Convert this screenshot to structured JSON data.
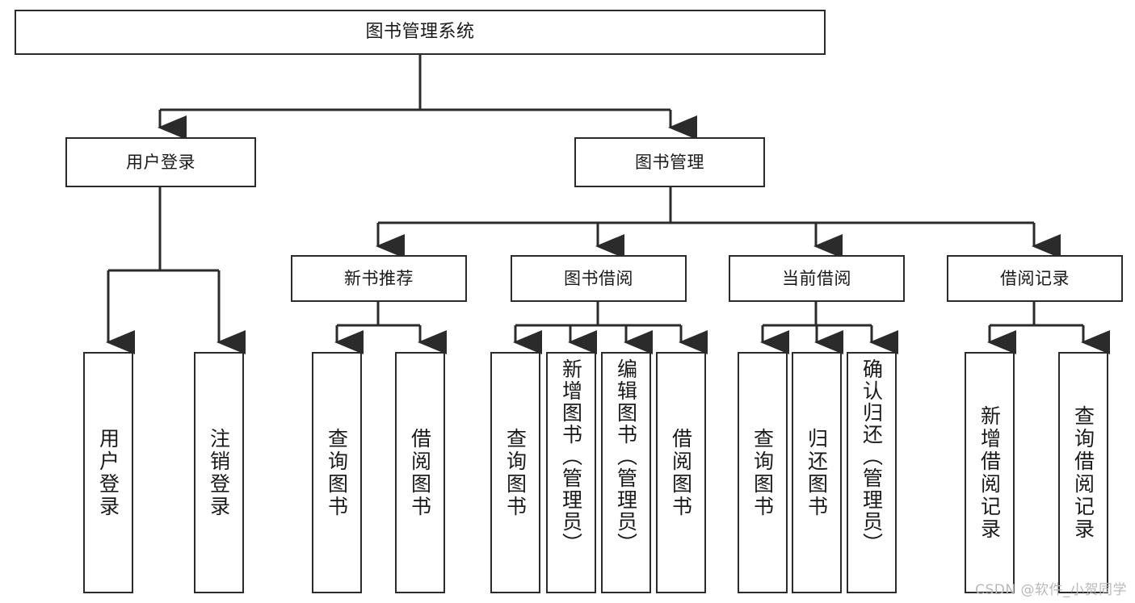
{
  "diagram": {
    "title": "图书管理系统",
    "type": "tree-hierarchy",
    "watermark": "CSDN @软件_小贺同学",
    "colors": {
      "background": "#ffffff",
      "box_border": "#2b2b2b",
      "connector": "#2b2b2b",
      "text": "#1a1a1a",
      "watermark": "#b9b9b9"
    },
    "levels": {
      "root": {
        "label": "图书管理系统"
      },
      "level2": [
        {
          "label": "用户登录"
        },
        {
          "label": "图书管理"
        }
      ],
      "level3": [
        {
          "label": "新书推荐"
        },
        {
          "label": "图书借阅"
        },
        {
          "label": "当前借阅"
        },
        {
          "label": "借阅记录"
        }
      ]
    },
    "leaves": {
      "user_login": [
        {
          "label": "用户登录"
        },
        {
          "label": "注销登录"
        }
      ],
      "new_book_recommend": [
        {
          "label": "查询图书"
        },
        {
          "label": "借阅图书"
        }
      ],
      "book_borrow": [
        {
          "label": "查询图书"
        },
        {
          "label": "新增图书（管理员）"
        },
        {
          "label": "编辑图书（管理员）"
        },
        {
          "label": "借阅图书"
        }
      ],
      "current_borrow": [
        {
          "label": "查询图书"
        },
        {
          "label": "归还图书"
        },
        {
          "label": "确认归还（管理员）"
        }
      ],
      "borrow_records": [
        {
          "label": "新增借阅记录"
        },
        {
          "label": "查询借阅记录"
        }
      ]
    }
  }
}
